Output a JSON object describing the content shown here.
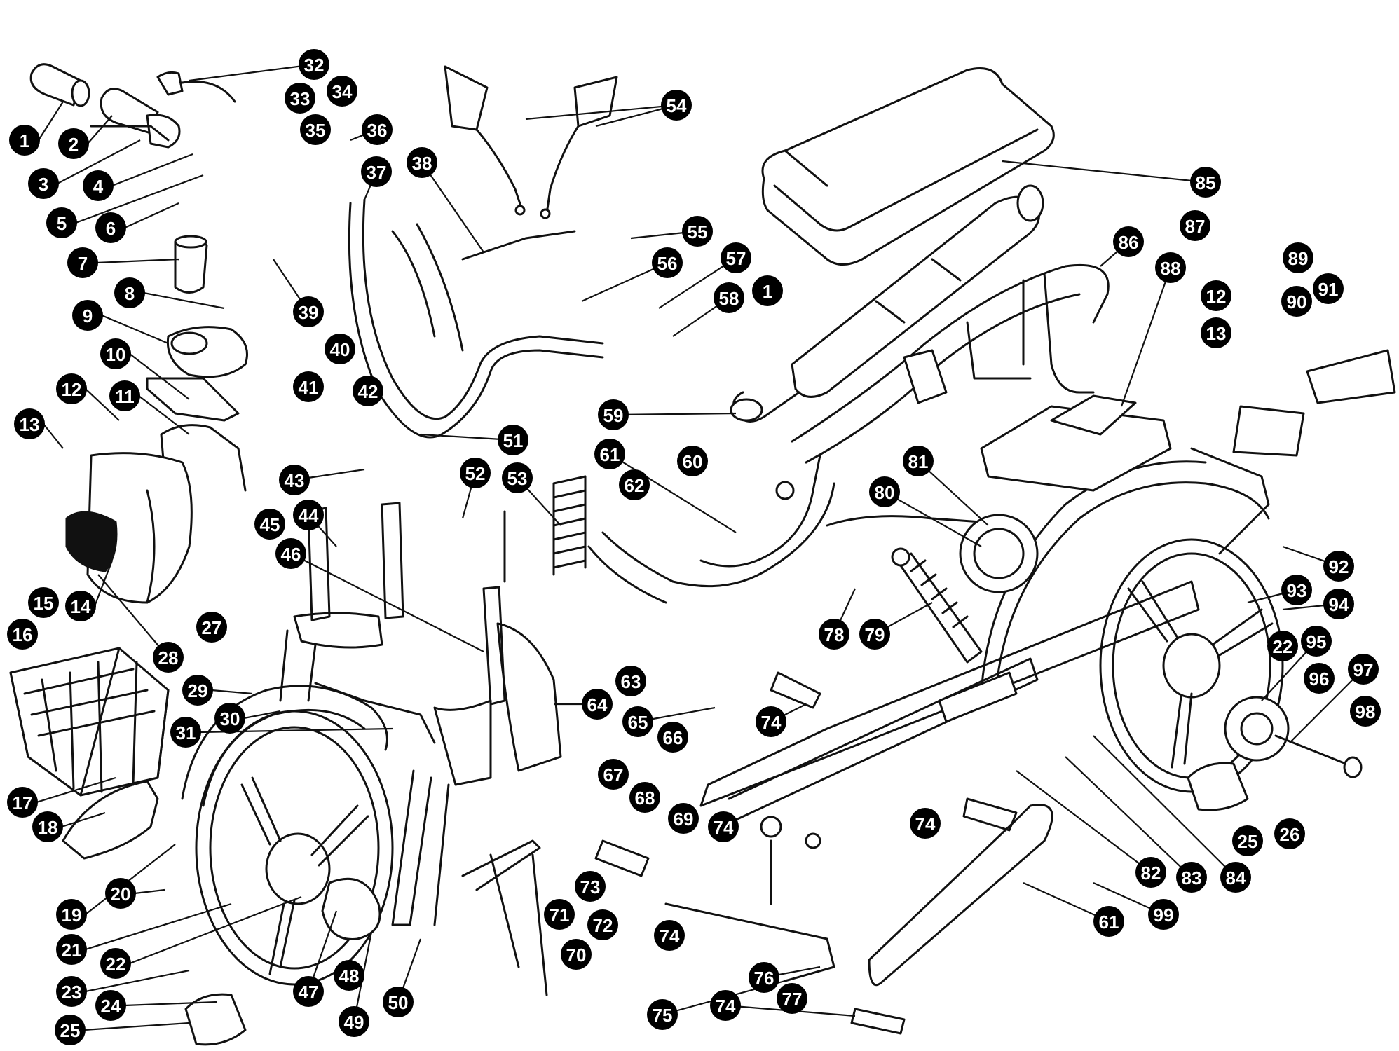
{
  "colors": {
    "ink": "#111111",
    "badge": "#000000",
    "badge_text": "#ffffff",
    "background": "#ffffff"
  },
  "labels": [
    "1",
    "2",
    "3",
    "4",
    "5",
    "6",
    "7",
    "8",
    "9",
    "10",
    "11",
    "12",
    "13",
    "14",
    "15",
    "16",
    "17",
    "18",
    "19",
    "20",
    "21",
    "22",
    "23",
    "24",
    "25",
    "26",
    "27",
    "28",
    "29",
    "30",
    "31",
    "32",
    "33",
    "34",
    "35",
    "36",
    "37",
    "38",
    "39",
    "40",
    "41",
    "42",
    "43",
    "44",
    "45",
    "46",
    "47",
    "48",
    "49",
    "50",
    "51",
    "52",
    "53",
    "54",
    "55",
    "56",
    "57",
    "58",
    "59",
    "60",
    "61",
    "62",
    "63",
    "64",
    "65",
    "66",
    "67",
    "68",
    "69",
    "70",
    "71",
    "72",
    "73",
    "74",
    "75",
    "76",
    "77",
    "78",
    "79",
    "80",
    "81",
    "82",
    "83",
    "84",
    "85",
    "86",
    "87",
    "88",
    "89",
    "90",
    "91",
    "92",
    "93",
    "94",
    "95",
    "96",
    "97",
    "98",
    "99"
  ]
}
